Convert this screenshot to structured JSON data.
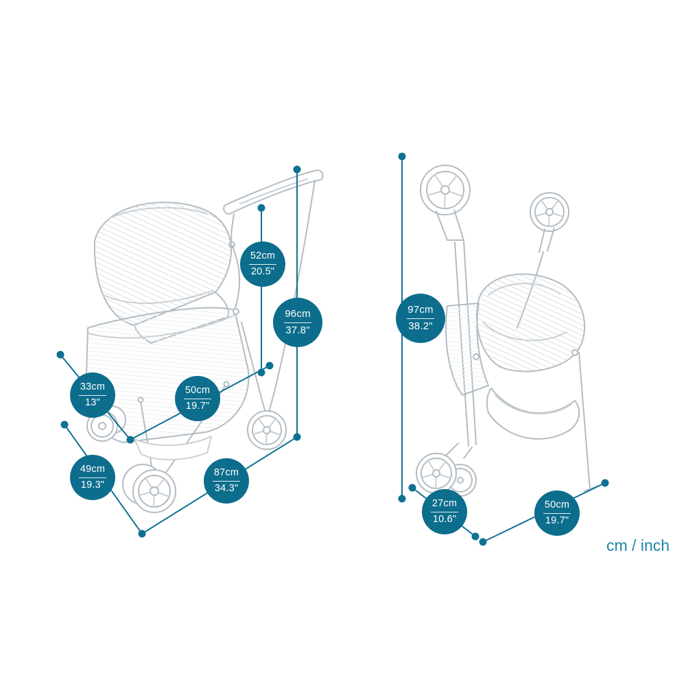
{
  "palette": {
    "accent_teal": "#0E7191",
    "badge_teal": "#0D6D8C",
    "line_art_gray": "#B3BCC3"
  },
  "legend": {
    "unit_label": "cm / inch"
  },
  "views": {
    "open": {
      "measurements": [
        {
          "cm": "52cm",
          "inch": "20.5\""
        },
        {
          "cm": "96cm",
          "inch": "37.8\""
        },
        {
          "cm": "33cm",
          "inch": "13\""
        },
        {
          "cm": "50cm",
          "inch": "19.7\""
        },
        {
          "cm": "49cm",
          "inch": "19.3\""
        },
        {
          "cm": "87cm",
          "inch": "34.3\""
        }
      ]
    },
    "folded": {
      "measurements": [
        {
          "cm": "97cm",
          "inch": "38.2\""
        },
        {
          "cm": "27cm",
          "inch": "10.6\""
        },
        {
          "cm": "50cm",
          "inch": "19.7\""
        }
      ]
    }
  }
}
